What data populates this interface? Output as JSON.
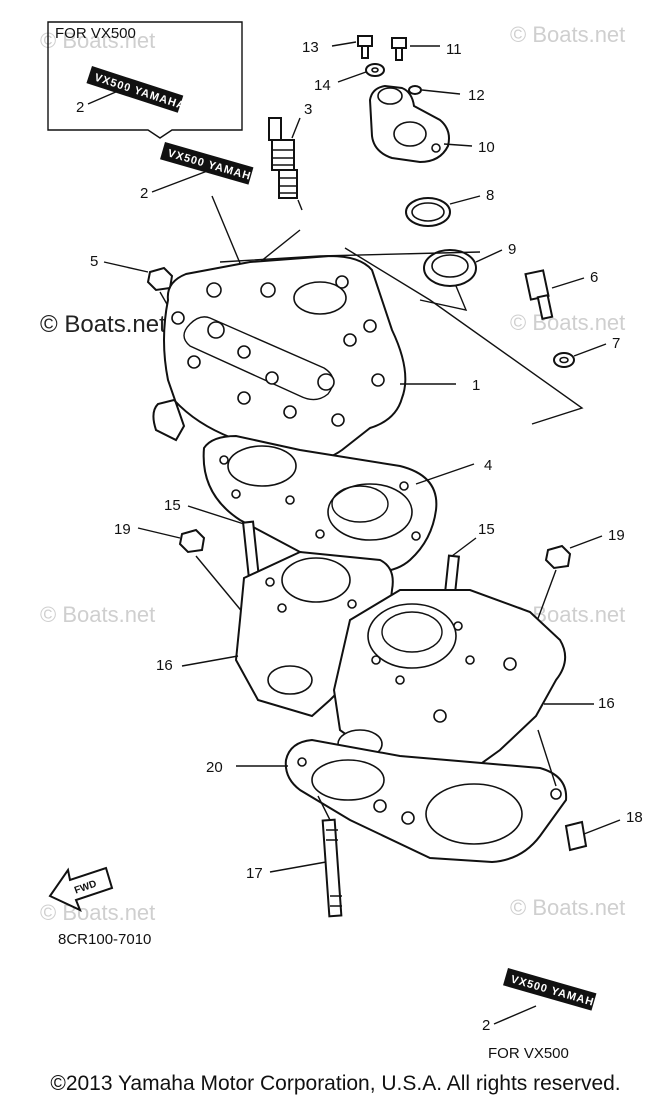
{
  "diagram": {
    "ref_code": "8CR100-7010",
    "inset_caption": "FOR VX500",
    "bottom_caption": "FOR VX500",
    "decal_text": "VX500 YAMAHA",
    "fwd_label": "FWD",
    "watermark": "© Boats.net",
    "copyright": "©2013 Yamaha Motor Corporation, U.S.A. All rights reserved."
  },
  "callouts": [
    "1",
    "2",
    "3",
    "4",
    "5",
    "6",
    "7",
    "8",
    "9",
    "10",
    "11",
    "12",
    "13",
    "14",
    "15",
    "16",
    "17",
    "18",
    "19",
    "20"
  ]
}
